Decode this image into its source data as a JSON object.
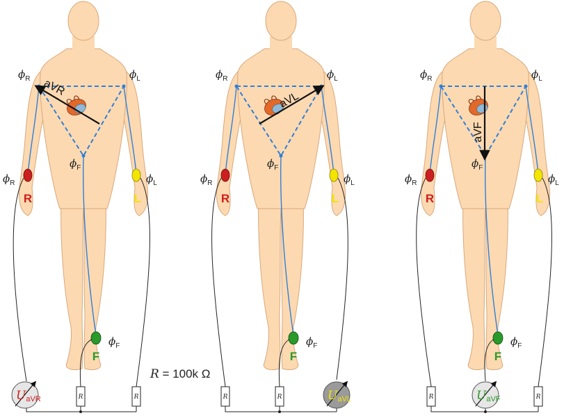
{
  "symbols": {
    "phi": "ϕ",
    "sub_R": "R",
    "sub_L": "L",
    "sub_F": "F"
  },
  "electrodes": {
    "R": {
      "label": "R",
      "color": "#cc1f1f"
    },
    "L": {
      "label": "L",
      "color": "#f2e600"
    },
    "F": {
      "label": "F",
      "color": "#2a9a2a"
    }
  },
  "resistor_label": "R",
  "resistance_note": {
    "prefix": "R",
    "text": " = 100k Ω"
  },
  "panels": [
    {
      "lead": "aVR",
      "vector_label": "aVR",
      "meter_prefix": "U",
      "meter_sub": "aVR",
      "meter_color": "#cc1f1f",
      "meter_fill": "#e6e6e6"
    },
    {
      "lead": "aVL",
      "vector_label": "aVL",
      "meter_prefix": "U",
      "meter_sub": "aVL",
      "meter_color": "#f2e600",
      "meter_fill": "#9a9a9a"
    },
    {
      "lead": "aVF",
      "vector_label": "aVF",
      "meter_prefix": "U",
      "meter_sub": "aVF",
      "meter_color": "#2a9a2a",
      "meter_fill": "#e6e6e6"
    }
  ],
  "colors": {
    "skin": "#fcd9b1",
    "skin_outline": "#d8a87c",
    "lead_wire": "#2f7fd8",
    "triangle": "#2f7fd8",
    "circuit": "#222222"
  }
}
